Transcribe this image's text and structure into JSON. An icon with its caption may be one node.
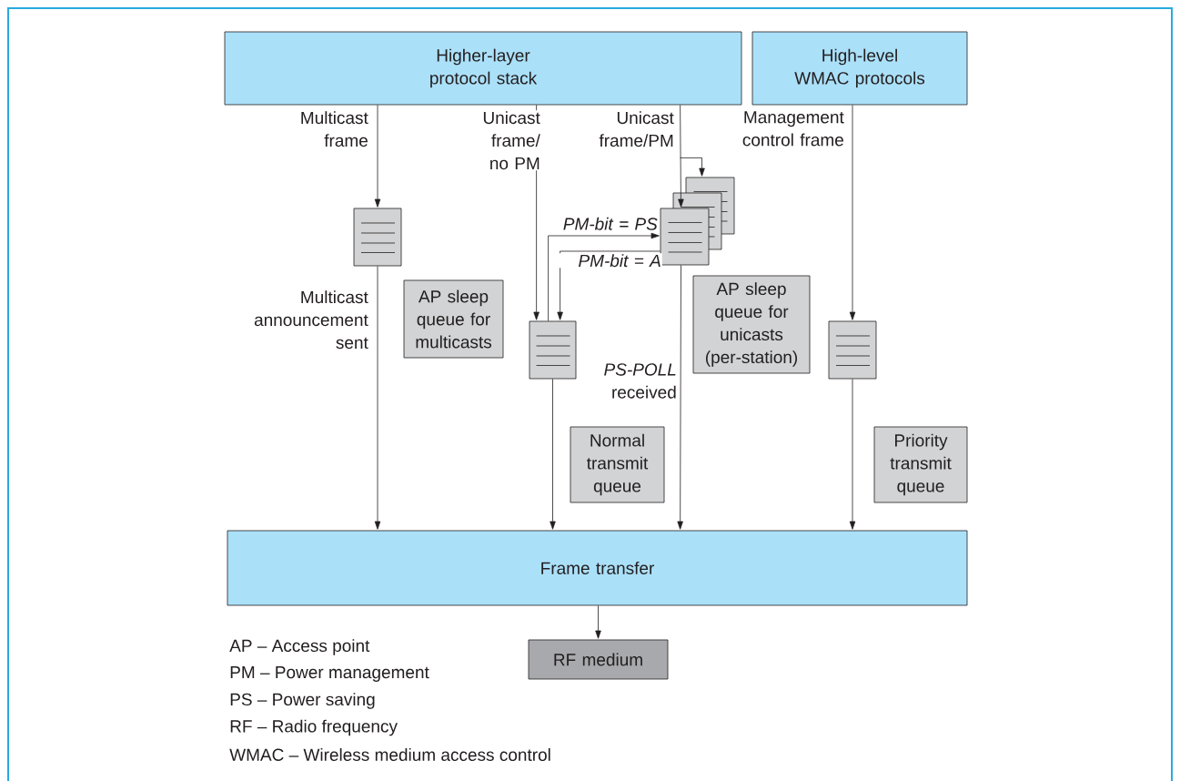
{
  "diagram": {
    "nodes": [
      {
        "text": [
          "Higher-layer protocol stack"
        ]
      },
      {
        "text": [
          "High-level WMAC protocols"
        ]
      },
      {
        "text": [],
        "shape": "box"
      },
      {
        "text": [],
        "shape": "box"
      },
      {
        "text": [],
        "shape": "box"
      },
      {
        "text": [],
        "shape": "box"
      },
      {
        "text": [
          "AP sleep queue for multicasts"
        ]
      },
      {
        "text": [
          "AP sleep queue for unicasts (per-station)"
        ]
      },
      {
        "text": [
          "Normal transmit queue"
        ]
      },
      {
        "text": [
          "Priority transmit queue"
        ]
      },
      {
        "text": [
          "Frame transfer"
        ]
      },
      {
        "text": [
          "RF medium"
        ]
      }
    ],
    "edges": [
      {
        "from": 0,
        "to": 2,
        "arrow": "to",
        "label": "Multicast frame"
      },
      {
        "from": 0,
        "to": 4,
        "arrow": "to",
        "label": "Unicast frame/ no PM"
      },
      {
        "from": 0,
        "to": 3,
        "arrow": "to",
        "label": "Unicast frame/PM"
      },
      {
        "from": 1,
        "to": 5,
        "arrow": "to",
        "label": "Management control frame"
      },
      {
        "from": 4,
        "to": 3,
        "arrow": "to",
        "label": "PM-bit = PS"
      },
      {
        "from": 3,
        "to": 4,
        "arrow": "to",
        "label": "PM-bit = A"
      },
      {
        "from": 2,
        "to": 10,
        "arrow": "to",
        "label": "Multicast announcement sent"
      },
      {
        "from": 3,
        "to": 10,
        "arrow": "to",
        "label": "*PS-POLL* received"
      },
      {
        "from": 4,
        "to": 10,
        "arrow": "to"
      },
      {
        "from": 5,
        "to": 10,
        "arrow": "to"
      },
      {
        "from": 10,
        "to": 11,
        "arrow": "to"
      }
    ],
    "labels": [
      "AP – Access point",
      "PM – Power management",
      "PS – Power saving",
      "RF – Radio frequency",
      "WMAC – Wireless medium access control"
    ]
  }
}
